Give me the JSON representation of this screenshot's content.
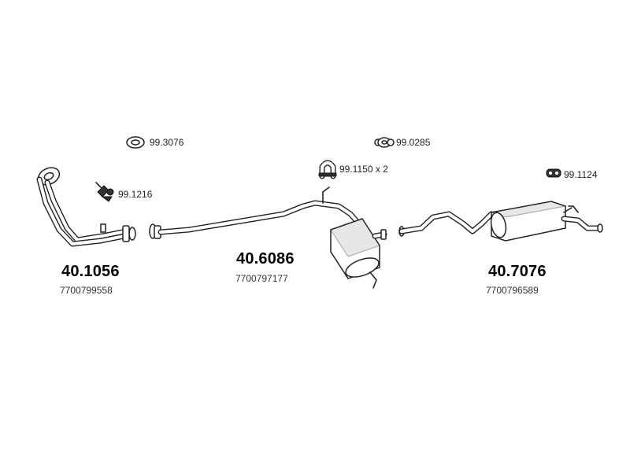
{
  "parts": {
    "front_pipe": {
      "part_no": "40.1056",
      "oem_no": "7700799558"
    },
    "middle_section": {
      "part_no": "40.6086",
      "oem_no": "7700797177"
    },
    "rear_silencer": {
      "part_no": "40.7076",
      "oem_no": "7700796589"
    }
  },
  "accessories": {
    "gasket_ring": {
      "code": "99.3076",
      "icon": "gasket-ring-icon"
    },
    "gasket_flange": {
      "code": "99.0285",
      "icon": "flange-gasket-icon"
    },
    "clamp_u": {
      "code": "99.1150 x 2",
      "icon": "u-clamp-icon"
    },
    "bolt_kit": {
      "code": "99.1216",
      "icon": "bolt-kit-icon"
    },
    "rubber_hanger": {
      "code": "99.1124",
      "icon": "rubber-hanger-icon"
    }
  },
  "colors": {
    "line": "#222222",
    "shade": "#bdbdbd",
    "background": "#ffffff"
  }
}
